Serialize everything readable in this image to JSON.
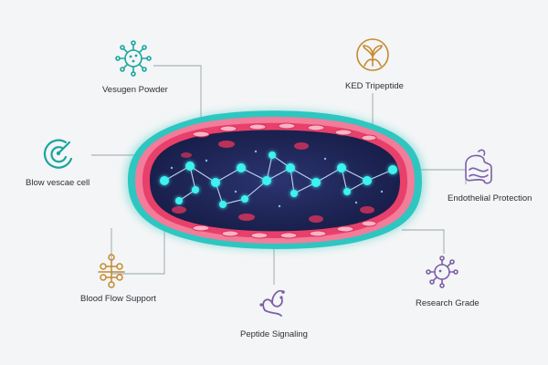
{
  "labels": {
    "vesugen": "Vesugen Powder",
    "ked": "KED Tripeptide",
    "blow": "Blow vescae cell",
    "endothelial": "Endothelial Protection",
    "bloodflow": "Blood Flow Support",
    "research": "Research Grade",
    "peptide": "Peptide Signaling"
  },
  "icons": {
    "vesugen": "virus-icon",
    "ked": "plant-seed-icon",
    "blow": "target-icon",
    "endothelial": "wave-vessel-icon",
    "bloodflow": "molecule-icon",
    "research": "microbe-icon",
    "peptide": "tendril-icon"
  },
  "colors": {
    "teal": "#1aa5a0",
    "gold": "#c58a2e",
    "purple": "#7d5ea8",
    "vessel_outer": "#2ec6c0",
    "vessel_wall": "#e8406b",
    "vessel_interior": "#1f2656",
    "node_cyan": "#3ef2f0"
  }
}
